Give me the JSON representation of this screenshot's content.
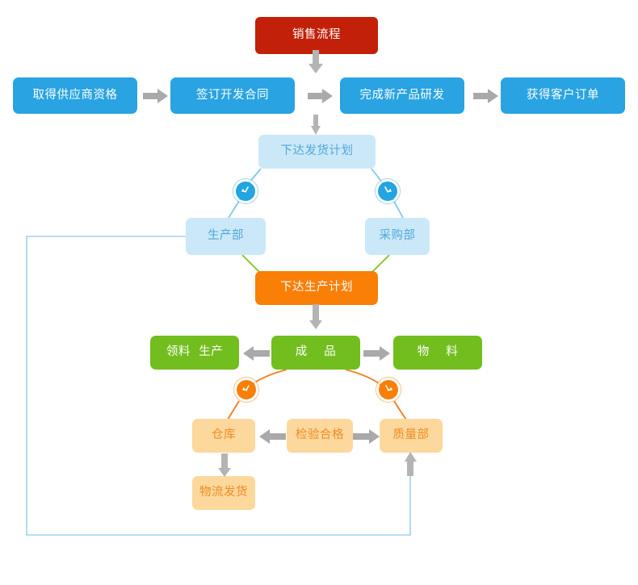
{
  "diagram": {
    "title": "销售流程",
    "nodes": {
      "sales_process": "销售流程",
      "supplier_qualification": "取得供应商资格",
      "sign_development_contract": "签订开发合同",
      "complete_new_product_rd": "完成新产品研发",
      "obtain_customer_order": "获得客户订单",
      "issue_shipping_plan": "下达发货计划",
      "production_dept": "生产部",
      "purchasing_dept": "采购部",
      "issue_production_plan": "下达生产计划",
      "material_requisition_production": "领料  生产",
      "finished_product": "成    品",
      "materials": "物    料",
      "warehouse": "仓库",
      "inspection_passed": "检验合格",
      "quality_dept": "质量部",
      "logistics_shipment": "物流发货"
    },
    "badges": {
      "production_link": "turn-down-left-icon",
      "purchasing_link": "turn-down-right-icon",
      "warehouse_link": "turn-down-left-icon",
      "quality_link": "turn-down-right-icon"
    },
    "colors": {
      "red": "#c32009",
      "blue": "#29a3e2",
      "light_blue": "#cbe8f9",
      "light_blue_text": "#4fa9d8",
      "orange": "#f97f07",
      "green": "#72be1e",
      "tan": "#fcd89c",
      "tan_text": "#ee8b22",
      "arrow_gray": "#a9a9a9",
      "wire_blue": "#8ecdf0",
      "wire_green": "#7ec41f",
      "wire_orange": "#ef7f20",
      "background": "#ffffff"
    }
  }
}
